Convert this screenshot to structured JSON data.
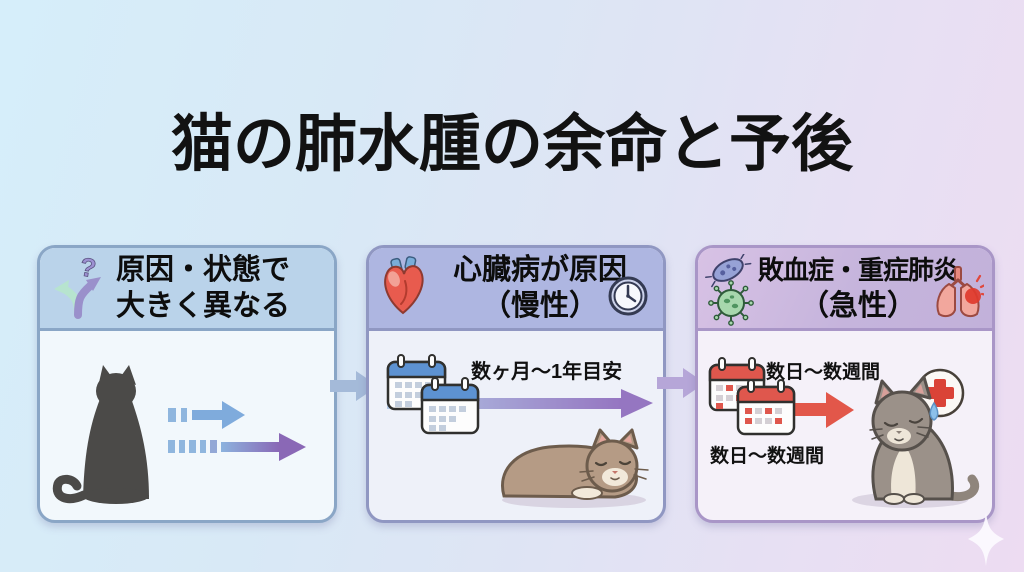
{
  "page": {
    "title": "猫の肺水腫の余命と予後"
  },
  "cards": {
    "variable": {
      "header_line1": "原因・状態で",
      "header_line2": "大きく異なる"
    },
    "chronic": {
      "header_line1": "心臓病が原因",
      "header_line2": "（慢性）",
      "timeline_label": "数ヶ月～1年目安"
    },
    "acute": {
      "header_line1": "敗血症・重症肺炎",
      "header_line2": "（急性）",
      "timeline_label_top": "数日～数週間",
      "timeline_label_bottom": "数日～数週間"
    }
  },
  "icons": {
    "card1_header": "branching-arrows-question-icon",
    "card2_header_left": "heart-icon",
    "card2_header_right": "clock-icon",
    "card3_header_left": [
      "bacteria-icon",
      "virus-icon"
    ],
    "card3_header_right": "inflamed-lungs-icon",
    "card3_body": "medical-cross-icon",
    "background": "sparkle-icon"
  },
  "colors": {
    "background_start": "#d6eefa",
    "background_end": "#eddcf2",
    "title_text": "#121212",
    "card1_header_bg": "#bad3ea",
    "card1_border": "#8aa6c6",
    "card2_header_bg": "#aeb6e1",
    "card2_border": "#9097c2",
    "card3_header_bg": "#c5b4dc",
    "card3_border": "#a996c7",
    "calendar_blue": "#5d92d1",
    "calendar_red": "#df574d",
    "arrow_blue": "#7fabdc",
    "arrow_purple": "#8a68b6",
    "arrow_red": "#e2574a",
    "connector_blue": "#a4bad9",
    "connector_purple": "#b6a6d8",
    "sweat_blue": "#8cc0ea",
    "cat_silhouette": "#4b4a48",
    "cat_tan": "#b59b85",
    "cat_gray": "#9b9189"
  }
}
